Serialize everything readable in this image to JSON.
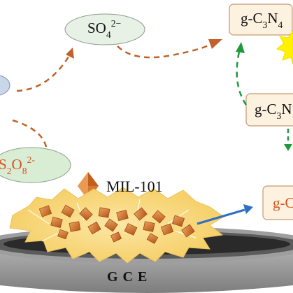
{
  "labels": {
    "sulfate": {
      "base": "SO",
      "sub": "4",
      "sup": "2−"
    },
    "persulfate": {
      "base1": "S",
      "sub1": "2",
      "base2": "O",
      "sub2": "8",
      "sup": "2-"
    },
    "gcn_top": {
      "base1": "g-C",
      "sub1": "3",
      "base2": "N",
      "sub2": "4"
    },
    "gcn_mid": {
      "base1": "g-C",
      "sub1": "3",
      "base2": "N"
    },
    "gcn_bottom": {
      "base": "g-C"
    },
    "mil": "MIL-101",
    "electrode": "G C E"
  },
  "colors": {
    "arrow_orange": "#c0622a",
    "arrow_green": "#1f9a3a",
    "arrow_blue": "#2e6fc4",
    "sulfate_fill": "#e7f1e6",
    "persulfate_fill": "#d9ecd4",
    "persulfate_text": "#d6531c",
    "gcn_fill": "#fdf1df",
    "gcn_border": "#c79a74",
    "gcn_bottom_text": "#d6531c",
    "mil_orange": "#d9772e",
    "glow_yellow": "#f9d877",
    "electrode_grey": "#9a9a9a",
    "sun_yellow": "#fff200"
  }
}
